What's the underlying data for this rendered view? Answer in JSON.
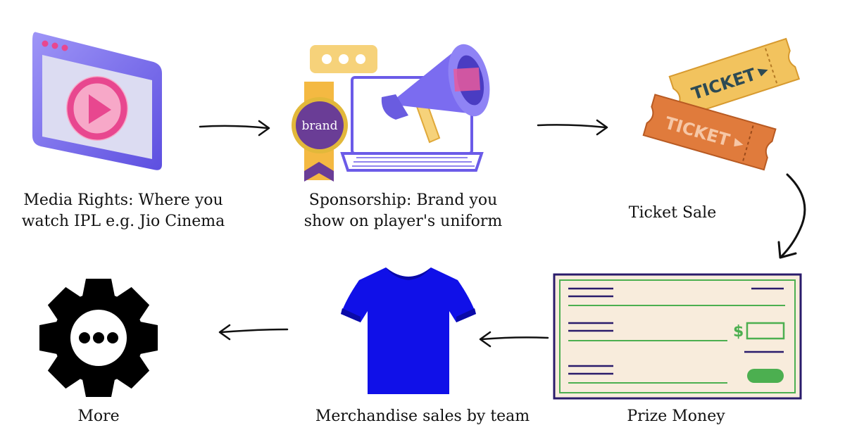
{
  "nodes": {
    "media": {
      "label_line1": "Media Rights: Where you",
      "label_line2": "watch IPL  e.g. Jio Cinema",
      "icon": "video-play-window-icon"
    },
    "sponsorship": {
      "label_line1": "Sponsorship: Brand you",
      "label_line2": "show on player's uniform",
      "badge_text": "brand",
      "icon": "megaphone-laptop-icon"
    },
    "ticket": {
      "label": "Ticket Sale",
      "ticket_text_1": "TICKET",
      "ticket_text_2": "TICKET",
      "icon": "ticket-icon"
    },
    "prize": {
      "label": "Prize Money",
      "cheque_symbol": "$",
      "icon": "cheque-icon"
    },
    "merch": {
      "label": "Merchandise sales by team",
      "icon": "tshirt-icon"
    },
    "more": {
      "label": "More",
      "icon": "gear-more-icon"
    }
  },
  "colors": {
    "purple": "#7b6cf0",
    "pink": "#e8478f",
    "ticket_yellow": "#f2c35e",
    "ticket_orange": "#e07b3c",
    "cheque_bg": "#f8ecdc",
    "cheque_green": "#4caf50",
    "cheque_navy": "#2a1b6b",
    "shirt_blue": "#1010e8"
  }
}
